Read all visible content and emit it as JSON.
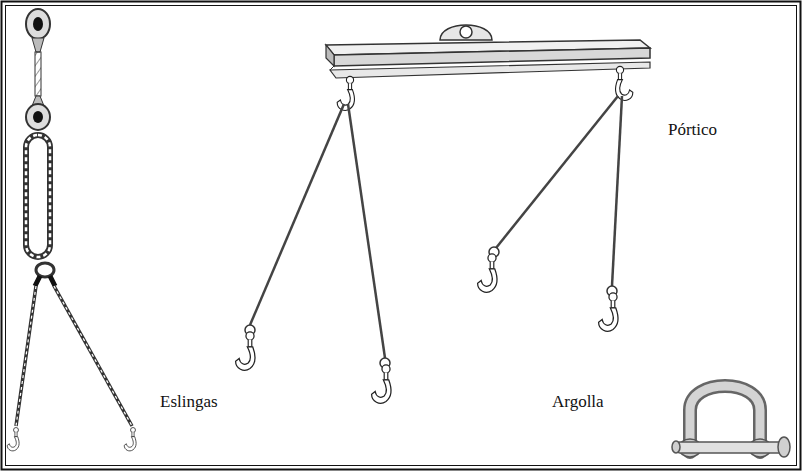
{
  "diagram": {
    "labels": [
      "Pórtico",
      "Eslingas",
      "Argolla"
    ]
  }
}
